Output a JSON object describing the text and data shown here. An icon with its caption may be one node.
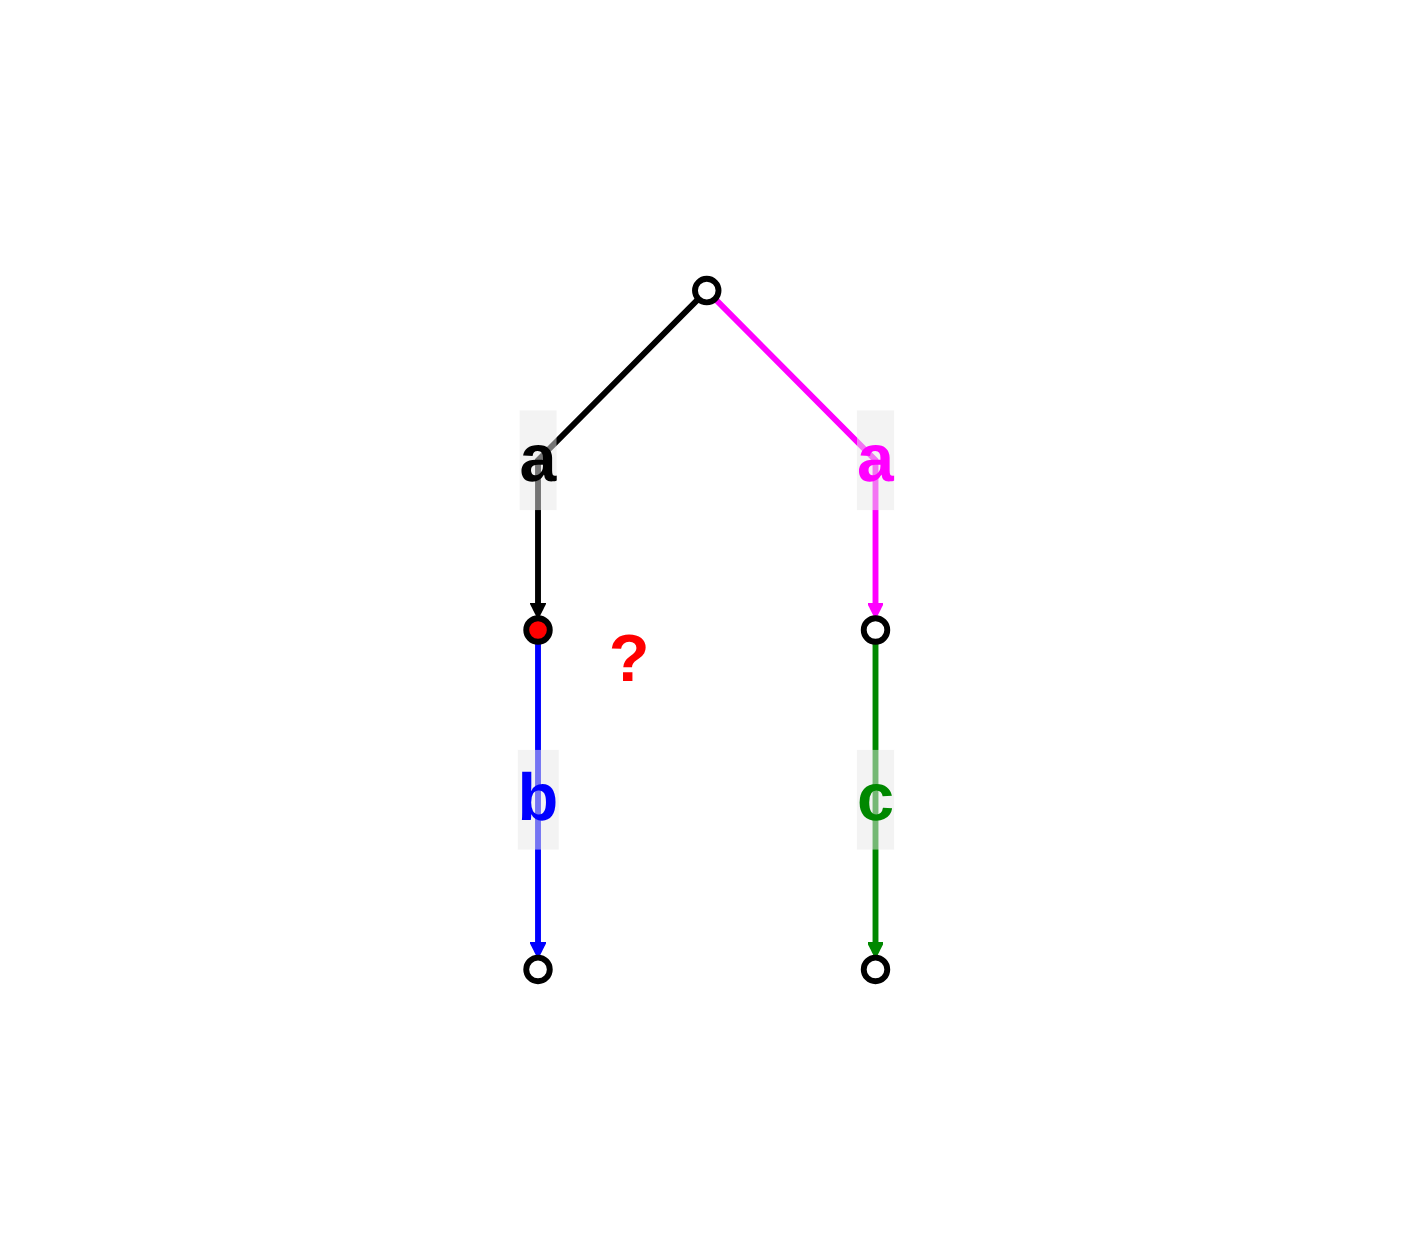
{
  "diagram": {
    "nodes": [
      {
        "text": [],
        "shape": "circle"
      },
      {
        "text": [],
        "shape": "circle",
        "beside": [
          "?"
        ]
      },
      {
        "text": [],
        "shape": "circle"
      },
      {
        "text": [],
        "shape": "circle"
      },
      {
        "text": [],
        "shape": "circle"
      }
    ],
    "edges": [
      {
        "from": 0,
        "to": 1,
        "arrow": "to",
        "label": "a",
        "color": "#000000"
      },
      {
        "from": 0,
        "to": 2,
        "arrow": "to",
        "label": "a",
        "color": "#ff00ff"
      },
      {
        "from": 1,
        "to": 3,
        "arrow": "to",
        "label": "b",
        "color": "#0000ff"
      },
      {
        "from": 2,
        "to": 4,
        "arrow": "to",
        "label": "c",
        "color": "#008800"
      }
    ]
  }
}
